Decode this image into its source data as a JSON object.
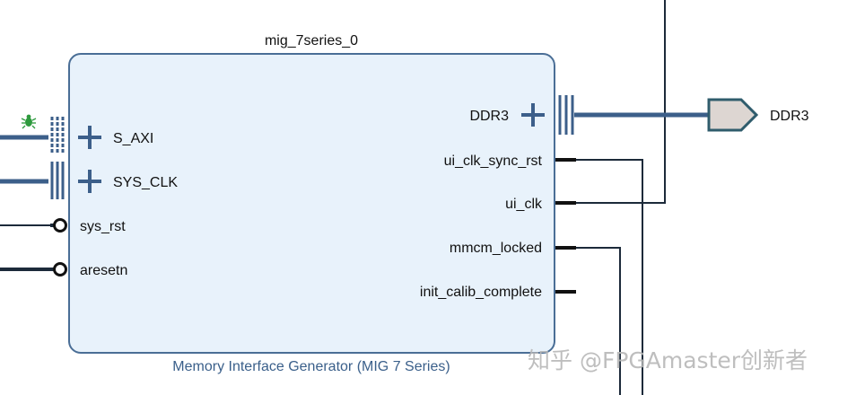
{
  "block": {
    "instance_name": "mig_7series_0",
    "ip_name": "Memory Interface Generator (MIG 7 Series)"
  },
  "left_pins": {
    "s_axi": "S_AXI",
    "sys_clk": "SYS_CLK",
    "sys_rst": "sys_rst",
    "aresetn": "aresetn"
  },
  "right_pins": {
    "ddr3": "DDR3",
    "ui_clk_sync_rst": "ui_clk_sync_rst",
    "ui_clk": "ui_clk",
    "mmcm_locked": "mmcm_locked",
    "init_calib_complete": "init_calib_complete"
  },
  "external_port": {
    "label": "DDR3"
  },
  "watermark": {
    "text": "知乎 @FPGAmaster创新者"
  },
  "colors": {
    "block_fill": "#e8f2fb",
    "block_stroke": "#4a6e96",
    "bus": "#3c5f8a",
    "wire": "#1c2a3a",
    "port_fill": "#ddd6d2",
    "port_stroke": "#2f5c6c",
    "debug_bug": "#2e9a3e"
  },
  "icons": {
    "debug": "bug-icon",
    "bus_expand": "plus-icon",
    "active_low": "inverted-bubble-icon"
  }
}
